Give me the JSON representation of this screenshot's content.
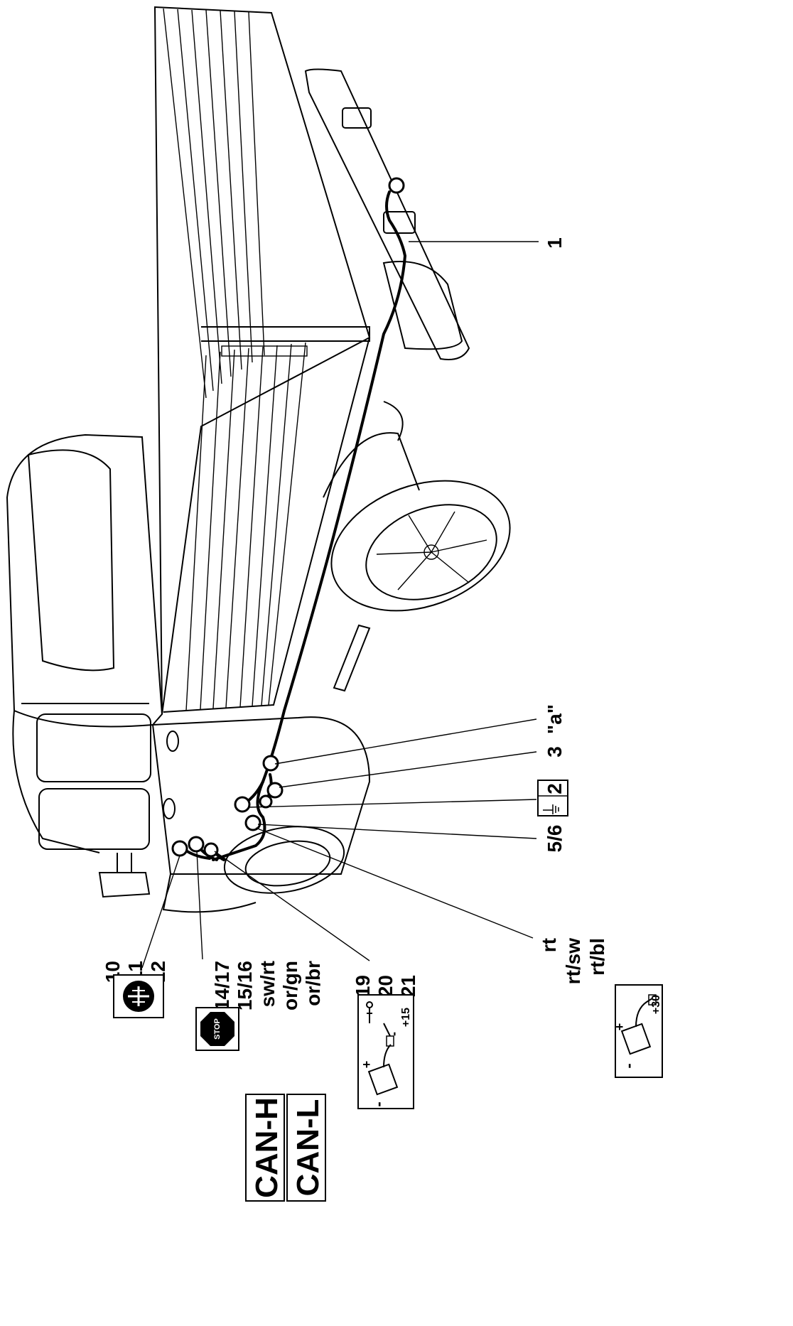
{
  "labels": {
    "c1": "1",
    "ca": "\"a\"",
    "c3": "3",
    "c2": "2",
    "c56": "5/6",
    "rt": "rt",
    "rtsw": "rt/sw",
    "rtbl": "rt/bl",
    "c10": "10",
    "c11": "11",
    "c12": "12",
    "c1417": "14/17",
    "c1516": "15/16",
    "swrt": "sw/rt",
    "orgn": "or/gn",
    "orbr": "or/br",
    "c19": "19",
    "c20": "20",
    "c21": "21"
  },
  "boxes": {
    "stop": "STOP",
    "can_h": "CAN-H",
    "can_l": "CAN-L",
    "plus15": "+15",
    "plus30": "+30",
    "plus": "+",
    "minus": "-"
  },
  "icons": [
    "fog-lamp-icon",
    "stop-sign-icon",
    "ground-icon",
    "battery-ignition-icon",
    "battery-icon"
  ]
}
